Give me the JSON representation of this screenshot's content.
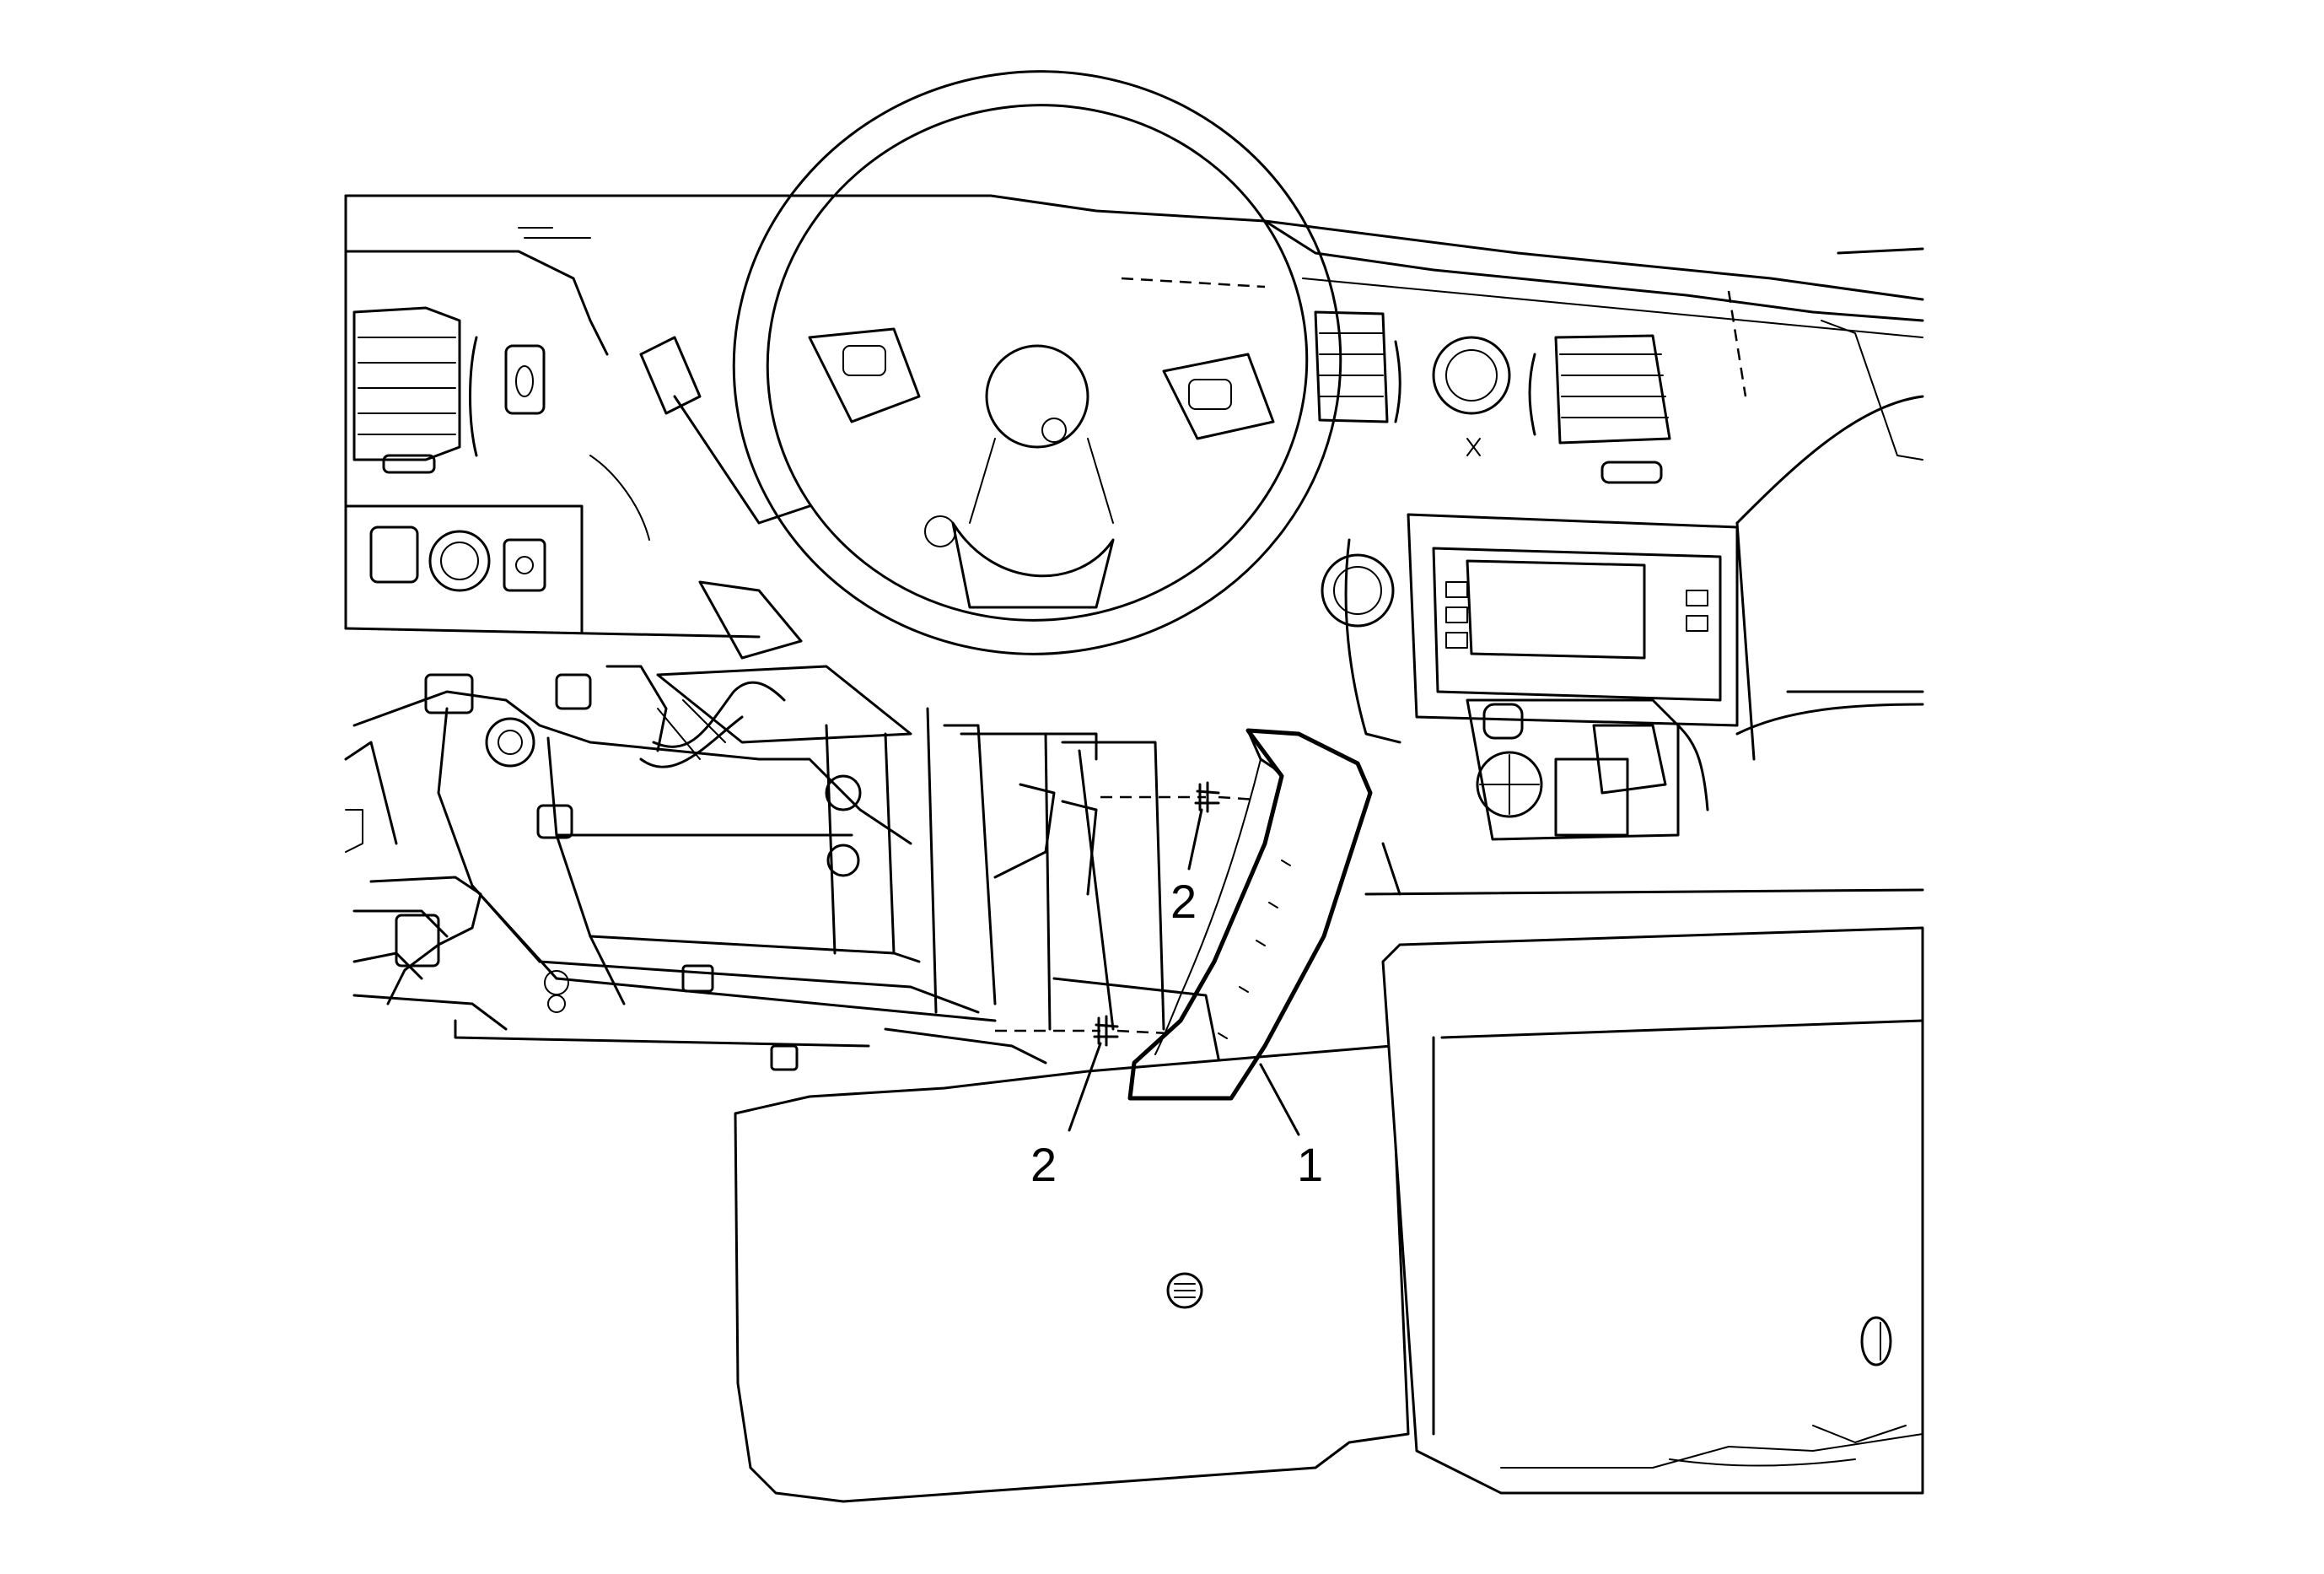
{
  "callouts": [
    {
      "id": "callout-1",
      "label": "1",
      "part": "trim-panel"
    },
    {
      "id": "callout-2-upper",
      "label": "2",
      "part": "retainer-clip"
    },
    {
      "id": "callout-2-lower",
      "label": "2",
      "part": "retainer-clip"
    }
  ]
}
